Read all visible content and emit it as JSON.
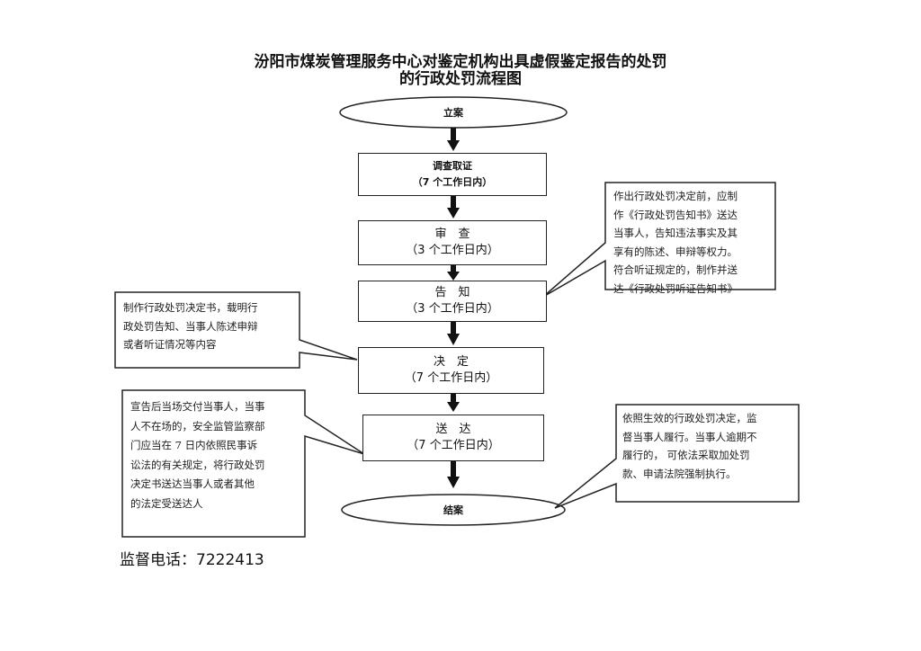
{
  "title": {
    "line1": "汾阳市煤炭管理服务中心对鉴定机构出具虚假鉴定报告的处罚",
    "line2": "的行政处罚流程图"
  },
  "flow": {
    "start": "立案",
    "end": "结案",
    "steps": [
      {
        "name": "调查取证",
        "time": "（7 个工作日内）"
      },
      {
        "name": "审　查",
        "time": "（3 个工作日内）"
      },
      {
        "name": "告　知",
        "time": "（3 个工作日内）"
      },
      {
        "name": "决　定",
        "time": "（7 个工作日内）"
      },
      {
        "name": "送　达",
        "time": "（7 个工作日内）"
      }
    ]
  },
  "notes": {
    "notice": [
      "作出行政处罚决定前，应制",
      "作《行政处罚告知书》送达",
      "当事人，告知违法事实及其",
      "享有的陈述、申辩等权力。",
      "符合听证规定的，制作并送",
      "达《行政处罚听证告知书》"
    ],
    "decision": [
      "制作行政处罚决定书，载明行",
      "政处罚告知、当事人陈述申辩",
      "或者听证情况等内容"
    ],
    "delivery": [
      "宣告后当场交付当事人，当事",
      "人不在场的，安全监管监察部",
      "门应当在 7 日内依照民事诉",
      "讼法的有关规定，将行政处罚",
      "决定书送达当事人或者其他",
      "的法定受送达人"
    ],
    "execution": [
      "依照生效的行政处罚决定，监",
      "督当事人履行。当事人逾期不",
      "履行的， 可依法采取加处罚",
      "款、申请法院强制执行。"
    ]
  },
  "footer": {
    "phone": "监督电话：7222413"
  }
}
